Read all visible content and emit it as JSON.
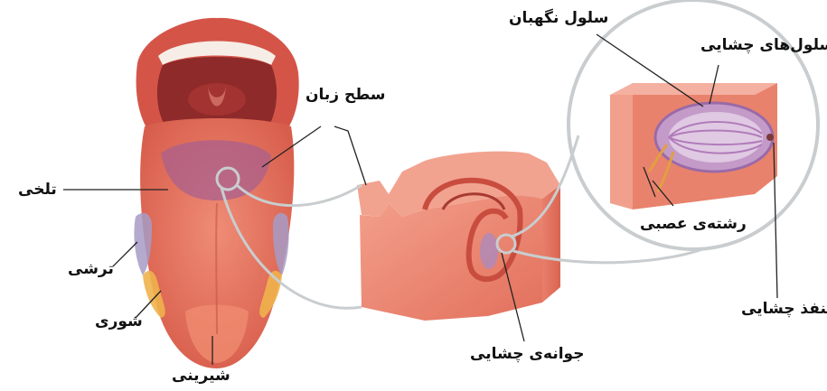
{
  "labels": {
    "bitter": "تلخی",
    "sour": "ترشی",
    "salty": "شوری",
    "sweet": "شیرینی",
    "tongue_surface": "سطح زبان",
    "guard_cell": "سلول نگهبان",
    "taste_cells": "سلول‌های چشایی",
    "nerve_fiber": "رشته‌ی عصبی",
    "taste_pore": "منفذ چشایی",
    "taste_bud": "جوانه‌ی چشایی"
  },
  "colors": {
    "tongue": "#e2735f",
    "lips": "#d7584f",
    "bitter_zone": "#a9608e",
    "sour_zone": "#a79bc5",
    "salty_zone": "#f0b24c",
    "sweet_zone": "#ef8a6f",
    "tissue": "#ea8a78",
    "taste_cells": "#b59ac7",
    "magnifier_ring": "#c9cdcf"
  }
}
